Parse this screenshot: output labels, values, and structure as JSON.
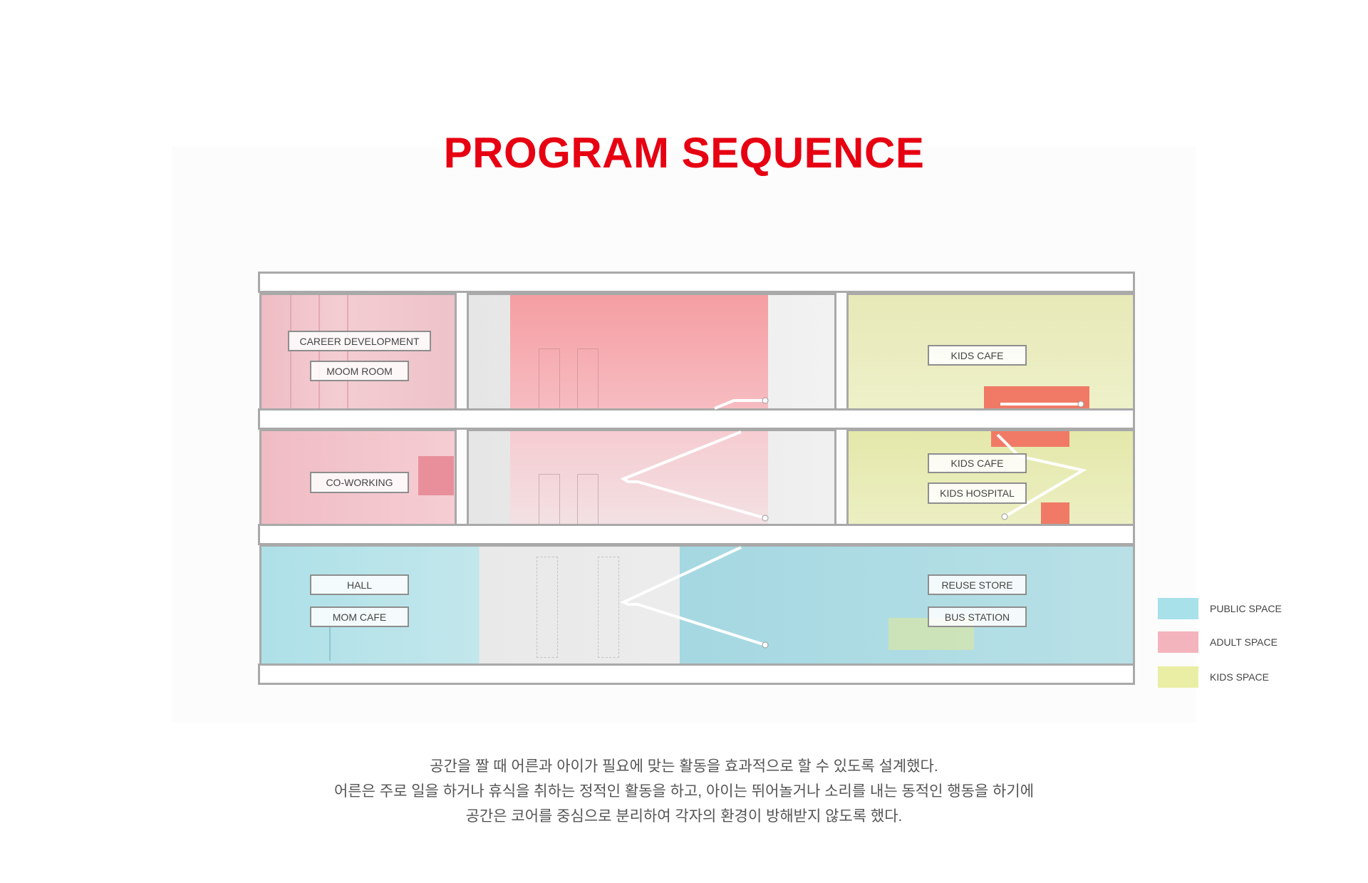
{
  "title": "PROGRAM SEQUENCE",
  "rooms": {
    "career_development": "CAREER DEVELOPMENT",
    "moom_room": "MOOM ROOM",
    "kids_cafe_3f": "KIDS CAFE",
    "co_working": "CO-WORKING",
    "kids_cafe_2f": "KIDS CAFE",
    "kids_hospital": "KIDS HOSPITAL",
    "hall": "HALL",
    "mom_cafe": "MOM CAFE",
    "reuse_store": "REUSE STORE",
    "bus_station": "BUS STATION"
  },
  "legend": [
    {
      "label": "PUBLIC SPACE",
      "color": "#a8e1ea"
    },
    {
      "label": "ADULT SPACE",
      "color": "#f4b4bd"
    },
    {
      "label": "KIDS SPACE",
      "color": "#e9eea4"
    }
  ],
  "description": [
    "공간을 짤 때 어른과 아이가 필요에 맞는 활동을 효과적으로 할 수 있도록 설계했다.",
    "어른은 주로 일을 하거나 휴식을 취하는 정적인 활동을 하고, 아이는 뛰어놀거나 소리를 내는 동적인 행동을 하기에",
    "공간은 코어를 중심으로 분리하여 각자의 환경이 방해받지 않도록 했다."
  ]
}
